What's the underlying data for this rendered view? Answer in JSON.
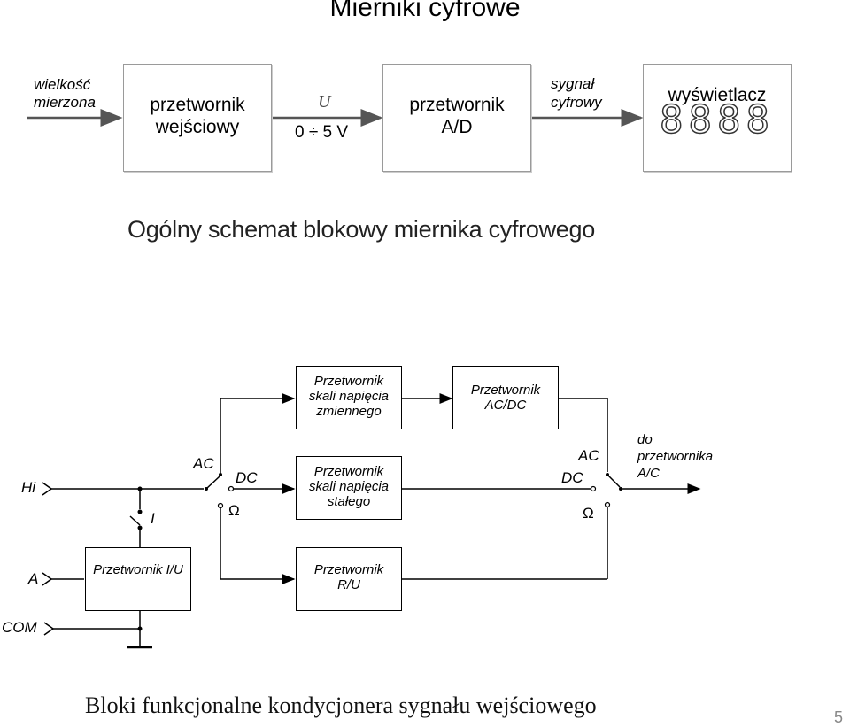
{
  "title": "Mierniki cyfrowe",
  "top_diagram": {
    "input_label": "wielkość mierzona",
    "block_input": "przetwornik wejściowy",
    "signal_label": "U",
    "signal_range": "0 ÷ 5 V",
    "block_ad": "przetwornik A/D",
    "digital_label": "sygnał cyfrowy",
    "display_label": "wyświetlacz",
    "display_digits": "8888",
    "caption": "Ogólny schemat blokowy miernika cyfrowego"
  },
  "bottom_diagram": {
    "inputs": {
      "hi": "Hi",
      "a": "A",
      "com": "COM"
    },
    "switch_labels": {
      "ac": "AC",
      "dc": "DC",
      "ohm": "Ω",
      "i": "I"
    },
    "blocks": {
      "ac_scale": "Przetwornik skali napięcia zmiennego",
      "acdc": "Przetwornik AC/DC",
      "dc_scale": "Przetwornik skali napięcia stałego",
      "iu": "Przetwornik I/U",
      "ru": "Przetwornik R/U"
    },
    "output_label": "do przetwornika A/C",
    "caption": "Bloki funkcjonalne kondycjonera sygnału wejściowego"
  },
  "page_number": "5"
}
